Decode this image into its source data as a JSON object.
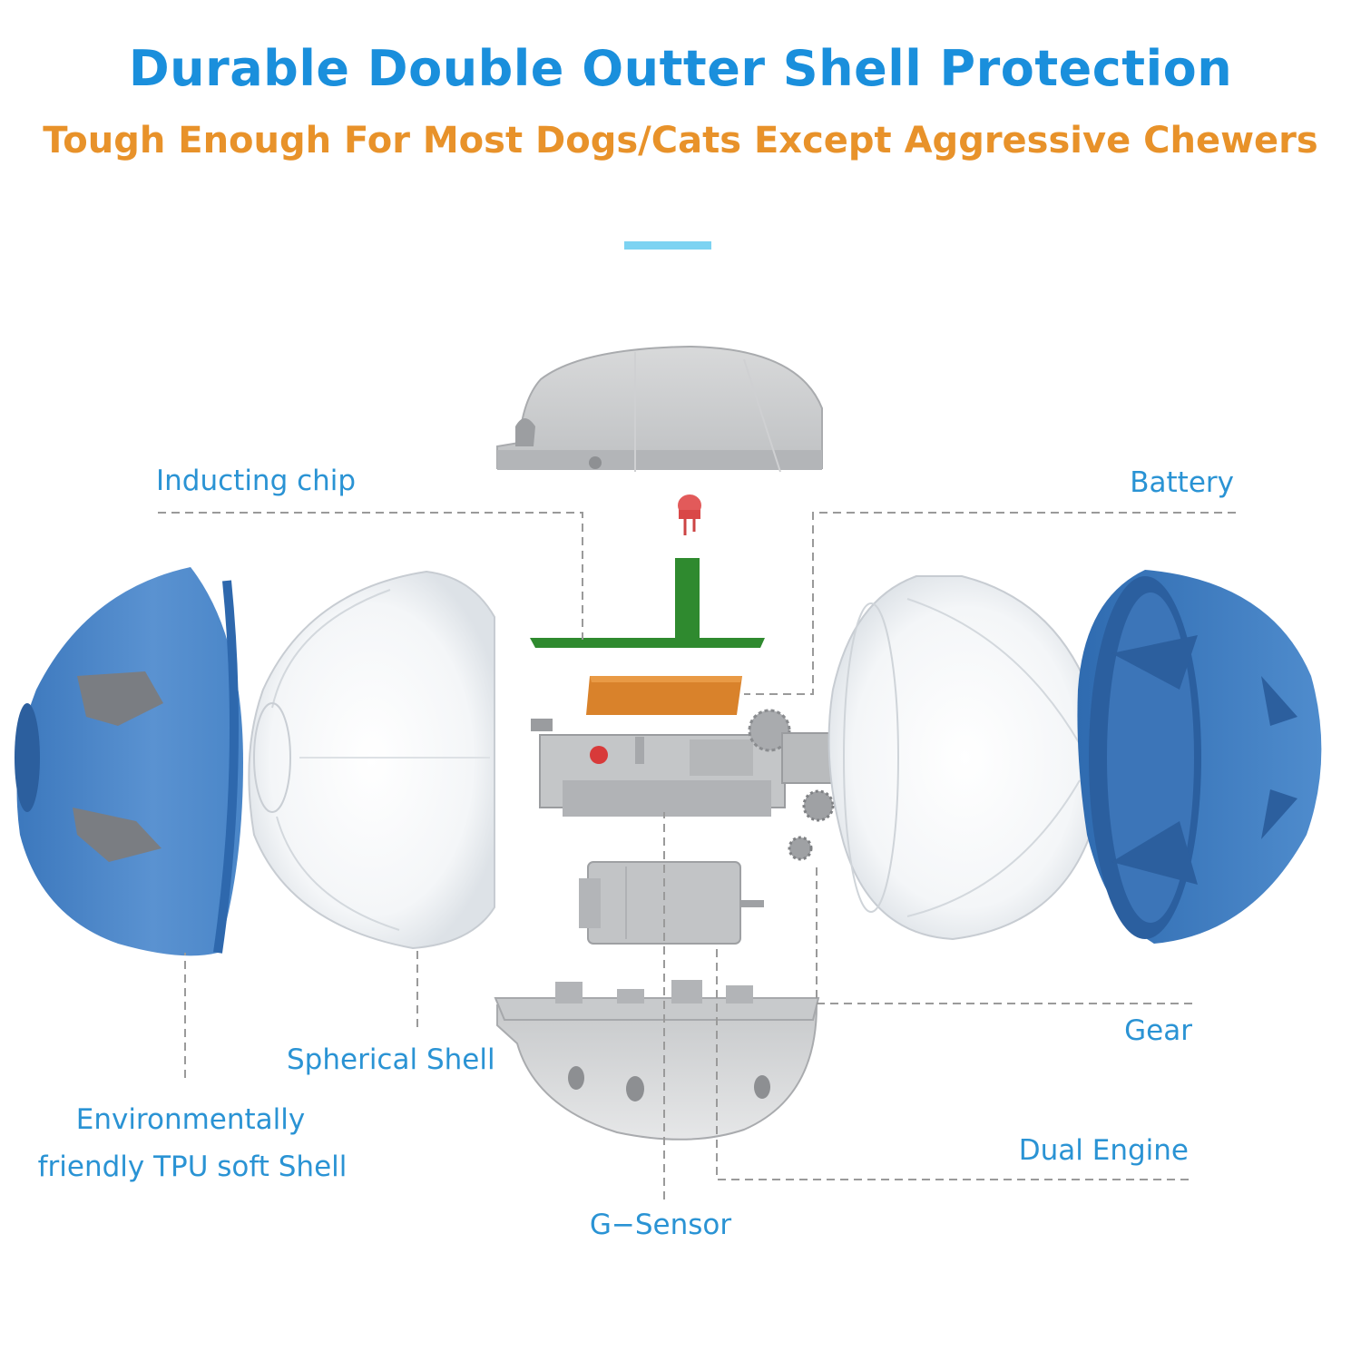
{
  "header": {
    "title": "Durable Double Outter Shell Protection",
    "subtitle": "Tough Enough For Most Dogs/Cats Except Aggressive Chewers"
  },
  "labels": {
    "inducting_chip": "Inducting chip",
    "battery": "Battery",
    "spherical_shell": "Spherical Shell",
    "tpu_shell_line1": "Environmentally",
    "tpu_shell_line2": "friendly TPU soft Shell",
    "gear": "Gear",
    "dual_engine": "Dual Engine",
    "g_sensor": "G−Sensor"
  },
  "colors": {
    "title": "#1a8fdc",
    "subtitle": "#e8922a",
    "label": "#2a93d4",
    "tpu_shell": "#4a86c8",
    "housing": "#c9cbcd",
    "battery": "#d9822b",
    "pcb": "#2f8a2f"
  }
}
